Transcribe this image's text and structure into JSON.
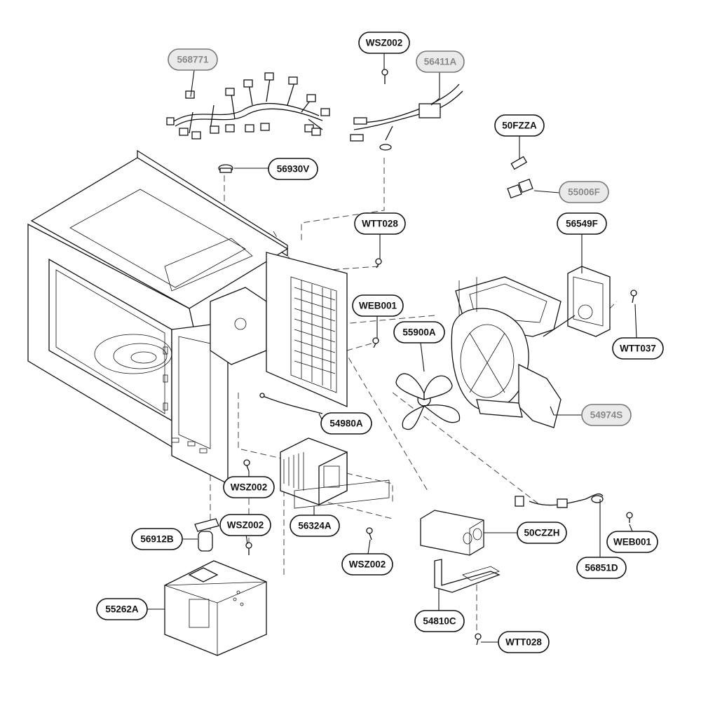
{
  "diagram": {
    "labels": [
      {
        "id": "harness",
        "text": "568771",
        "muted": true
      },
      {
        "id": "screw-top",
        "text": "WSZ002",
        "muted": false
      },
      {
        "id": "thermal-cut",
        "text": "56411A",
        "muted": true
      },
      {
        "id": "thermostat",
        "text": "56930V",
        "muted": false
      },
      {
        "id": "fuse",
        "text": "50FZZA",
        "muted": false
      },
      {
        "id": "fuse-holder",
        "text": "55006F",
        "muted": true
      },
      {
        "id": "screw-wtt-a",
        "text": "WTT028",
        "muted": false
      },
      {
        "id": "fan-motor",
        "text": "56549F",
        "muted": false
      },
      {
        "id": "screw-web-a",
        "text": "WEB001",
        "muted": false
      },
      {
        "id": "fan-blade",
        "text": "55900A",
        "muted": false
      },
      {
        "id": "screw-wtt-b",
        "text": "WTT037",
        "muted": false
      },
      {
        "id": "duct",
        "text": "54974S",
        "muted": true
      },
      {
        "id": "lead-wire",
        "text": "54980A",
        "muted": false
      },
      {
        "id": "screw-wsz-b",
        "text": "WSZ002",
        "muted": false
      },
      {
        "id": "magnetron",
        "text": "56324A",
        "muted": false
      },
      {
        "id": "lamp",
        "text": "56912B",
        "muted": false
      },
      {
        "id": "screw-wsz-c",
        "text": "WSZ002",
        "muted": false
      },
      {
        "id": "capacitor",
        "text": "50CZZH",
        "muted": false
      },
      {
        "id": "screw-web-b",
        "text": "WEB001",
        "muted": false
      },
      {
        "id": "transformer",
        "text": "55262A",
        "muted": false
      },
      {
        "id": "screw-wsz-d",
        "text": "WSZ002",
        "muted": false
      },
      {
        "id": "diode",
        "text": "56851D",
        "muted": false
      },
      {
        "id": "bracket",
        "text": "54810C",
        "muted": false
      },
      {
        "id": "screw-wtt-c",
        "text": "WTT028",
        "muted": false
      }
    ]
  }
}
